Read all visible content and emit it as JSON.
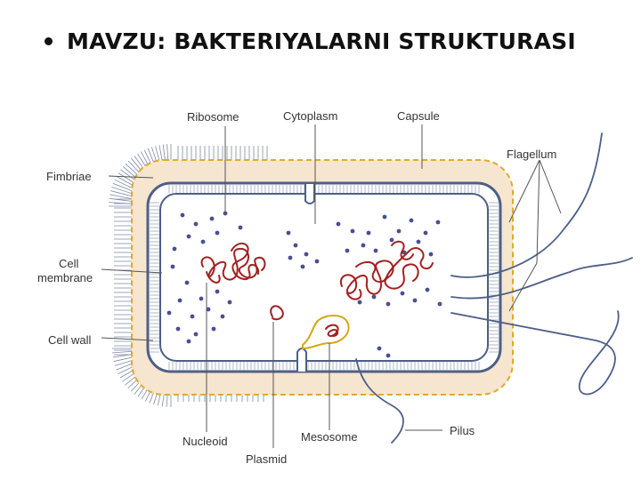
{
  "slide": {
    "title": "MAVZU: BAKTERIYALARNI STRUKTURASI"
  },
  "diagram": {
    "labels": {
      "ribosome": "Ribosome",
      "cytoplasm": "Cytoplasm",
      "capsule": "Capsule",
      "flagellum": "Flagellum",
      "fimbriae": "Fimbriae",
      "cell_membrane_line1": "Cell",
      "cell_membrane_line2": "membrane",
      "cell_wall": "Cell wall",
      "nucleoid": "Nucleoid",
      "plasmid": "Plasmid",
      "mesosome": "Mesosome",
      "pilus": "Pilus"
    },
    "colors": {
      "capsule_fill": "#f6e5cf",
      "capsule_border": "#e0aa2a",
      "wall": "#4d5f86",
      "ribosome_dot": "#4a4f8f",
      "dna": "#a32020",
      "mesosome": "#d4a812",
      "leader": "#555555"
    }
  }
}
